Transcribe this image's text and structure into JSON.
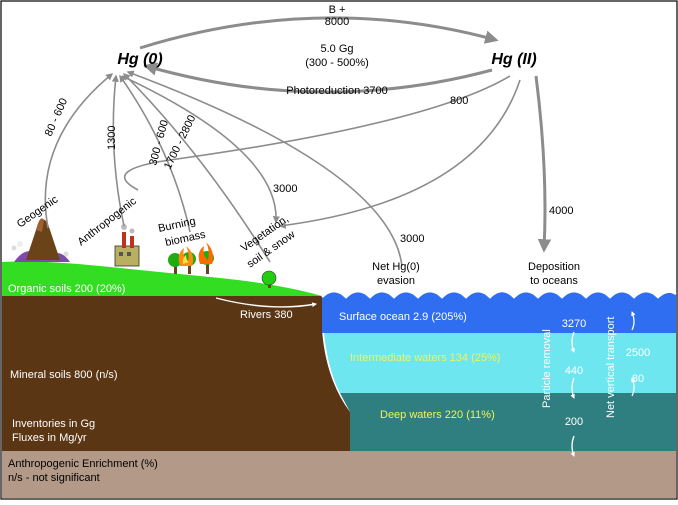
{
  "species": {
    "hg0": "Hg (0)",
    "hg2": "Hg (II)"
  },
  "oxidation": {
    "line1": "B +",
    "line2": "8000"
  },
  "atmosphere": {
    "mass": "5.0 Gg",
    "enrichment": "(300 - 500%)"
  },
  "photoreduction": "Photoreduction 3700",
  "fluxes": {
    "geogenic": "80 - 600",
    "anthropogenic": "1300",
    "burning": "300 - 600",
    "vegetation_emission": "1700 - 2800",
    "hg2_to_land": "800",
    "land_to_hg0": "3000",
    "ocean_evasion": "3000",
    "ocean_deposition": "4000"
  },
  "sources": {
    "geogenic": "Geogenic",
    "anthropogenic": "Anthropogenic",
    "burning_1": "Burning",
    "burning_2": "biomass",
    "vegetation_1": "Vegetation,",
    "vegetation_2": "soil & snow",
    "evasion_1": "Net Hg(0)",
    "evasion_2": "evasion",
    "deposition_1": "Deposition",
    "deposition_2": "to oceans"
  },
  "reservoirs": {
    "organic_soils": "Organic soils 200 (20%)",
    "rivers": "Rivers 380",
    "mineral_soils": "Mineral soils 800 (n/s)",
    "surface_ocean": "Surface ocean 2.9 (205%)",
    "intermediate_waters": "Intermediate waters 134 (25%)",
    "deep_waters": "Deep waters 220 (11%)"
  },
  "ocean_fluxes": {
    "particle_label": "Particle removal",
    "transport_label": "Net vertical transport",
    "removal_1": "3270",
    "removal_2": "440",
    "removal_3": "200",
    "transport_1": "2500",
    "transport_2": "80"
  },
  "legend": {
    "line1": "Inventories in Gg",
    "line2": "Fluxes in Mg/yr",
    "line3": "Anthropogenic Enrichment (%)",
    "line4": "n/s - not significant"
  },
  "colors": {
    "arrow": "#8c8c8c",
    "grass": "#33dd22",
    "soil": "#5a3614",
    "sediment": "#b39a88",
    "surface_ocean": "#2f6ef0",
    "intermediate_ocean": "#6ee6f0",
    "deep_ocean": "#2f7f80",
    "yellow_text": "#f2f25a"
  }
}
